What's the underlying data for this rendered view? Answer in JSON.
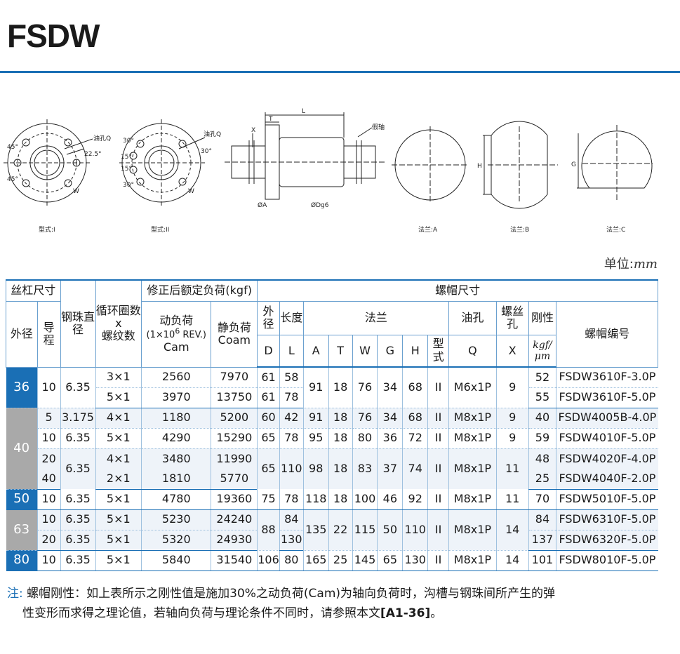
{
  "title": "FSDW",
  "drawings": {
    "oil_hole_q": "油孔Q",
    "fake_shaft": "假轴",
    "dim_L": "L",
    "dim_T": "T",
    "dim_X": "X",
    "dim_A": "ØA",
    "dim_Dg6": "ØDg6",
    "dim_H": "H",
    "dim_G": "G",
    "dim_W": "W",
    "angle_45": "45°",
    "angle_22_5": "22.5°",
    "angle_30": "30°",
    "angle_15": "15°",
    "type1": "型式:I",
    "type2": "型式:II",
    "flangeA": "法兰:A",
    "flangeB": "法兰:B",
    "flangeC": "法兰:C"
  },
  "unit": {
    "label": "单位:",
    "value": "mm"
  },
  "table": {
    "h_screw": "丝杠尺寸",
    "h_outer": "外径",
    "h_lead": "导程",
    "h_ball": "钢珠直径",
    "h_circuit_line1": "循环圈数",
    "h_circuit_line2": "x",
    "h_circuit_line3": "螺纹数",
    "h_load": "修正后额定负荷(kgf)",
    "h_dyn": "动负荷",
    "h_dyn_rev_pre": "(1×10",
    "h_dyn_rev_sup": "6",
    "h_dyn_rev_post": " REV.)",
    "h_cam": "Cam",
    "h_static": "静负荷",
    "h_coam": "Coam",
    "h_nut": "螺帽尺寸",
    "h_nut_outer": "外径",
    "h_length": "长度",
    "h_flange": "法兰",
    "h_oil": "油孔",
    "h_bolt": "螺丝孔",
    "h_stiff": "刚性",
    "h_code": "螺帽编号",
    "c_D": "D",
    "c_L": "L",
    "c_A": "A",
    "c_T": "T",
    "c_W": "W",
    "c_G": "G",
    "c_H": "H",
    "c_type": "型式",
    "c_Q": "Q",
    "c_X": "X",
    "c_stiff_unit1": "kgf/",
    "c_stiff_unit2": "μm",
    "rows": {
      "g36": {
        "d": "36",
        "lead": "10",
        "ball": "6.35",
        "circ1": "3×1",
        "circ2": "5×1",
        "cam1": "2560",
        "cam2": "3970",
        "coam1": "7970",
        "coam2": "13750",
        "D1": "61",
        "D2": "61",
        "L1": "58",
        "L2": "78",
        "A": "91",
        "T": "18",
        "W": "76",
        "G": "34",
        "H": "68",
        "type": "II",
        "Q": "M6x1P",
        "X": "9",
        "k1": "52",
        "k2": "55",
        "code1": "FSDW3610F-3.0P",
        "code2": "FSDW3610F-5.0P"
      },
      "g40a": {
        "d": "40",
        "lead": "5",
        "ball": "3.175",
        "circ": "4×1",
        "cam": "1180",
        "coam": "5200",
        "D": "60",
        "L": "42",
        "A": "91",
        "T": "18",
        "W": "76",
        "G": "34",
        "H": "68",
        "type": "II",
        "Q": "M8x1P",
        "X": "9",
        "k": "40",
        "code": "FSDW4005B-4.0P"
      },
      "g40b": {
        "lead": "10",
        "ball": "6.35",
        "circ": "5×1",
        "cam": "4290",
        "coam": "15290",
        "D": "65",
        "L": "78",
        "A": "95",
        "T": "18",
        "W": "80",
        "G": "36",
        "H": "72",
        "type": "II",
        "Q": "M8x1P",
        "X": "9",
        "k": "59",
        "code": "FSDW4010F-5.0P"
      },
      "g40c": {
        "lead1": "20",
        "lead2": "40",
        "ball": "6.35",
        "circ1": "4×1",
        "circ2": "2×1",
        "cam1": "3480",
        "cam2": "1810",
        "coam1": "11990",
        "coam2": "5770",
        "D": "65",
        "L": "110",
        "A": "98",
        "T": "18",
        "W": "83",
        "G": "37",
        "H": "74",
        "type": "II",
        "Q": "M8x1P",
        "X": "11",
        "k1": "48",
        "k2": "25",
        "code1": "FSDW4020F-4.0P",
        "code2": "FSDW4040F-2.0P"
      },
      "g50": {
        "d": "50",
        "lead": "10",
        "ball": "6.35",
        "circ": "5×1",
        "cam": "4780",
        "coam": "19360",
        "D": "75",
        "L": "78",
        "A": "118",
        "T": "18",
        "W": "100",
        "G": "46",
        "H": "92",
        "type": "II",
        "Q": "M8x1P",
        "X": "11",
        "k": "70",
        "code": "FSDW5010F-5.0P"
      },
      "g63": {
        "d": "63",
        "lead1": "10",
        "lead2": "20",
        "ball1": "6.35",
        "ball2": "6.35",
        "circ1": "5×1",
        "circ2": "5×1",
        "cam1": "5230",
        "cam2": "5320",
        "coam1": "24240",
        "coam2": "24930",
        "D": "88",
        "L1": "84",
        "L2": "130",
        "A": "135",
        "T": "22",
        "W": "115",
        "G": "50",
        "H": "110",
        "type": "II",
        "Q": "M8x1P",
        "X": "14",
        "k1": "84",
        "k2": "137",
        "code1": "FSDW6310F-5.0P",
        "code2": "FSDW6320F-5.0P"
      },
      "g80": {
        "d": "80",
        "lead": "10",
        "ball": "6.35",
        "circ": "5×1",
        "cam": "5840",
        "coam": "31540",
        "D": "106",
        "L": "80",
        "A": "165",
        "T": "25",
        "W": "145",
        "G": "65",
        "H": "130",
        "type": "II",
        "Q": "M8x1P",
        "X": "14",
        "k": "101",
        "code": "FSDW8010F-5.0P"
      }
    }
  },
  "note": {
    "tag": "注:",
    "line1": "螺帽刚性：如上表所示之刚性值是施加30%之动负荷(Cam)为轴向负荷时，沟槽与钢珠间所产生的弹",
    "line2_pre": "性变形而求得之理论值，若轴向负荷与理论条件不同时，请参照本文",
    "line2_ref": "[A1-36]",
    "line2_post": "。"
  },
  "colors": {
    "accent": "#1a6fb5",
    "gray_band": "#a9a9a9",
    "row_band": "#eef3f9"
  }
}
